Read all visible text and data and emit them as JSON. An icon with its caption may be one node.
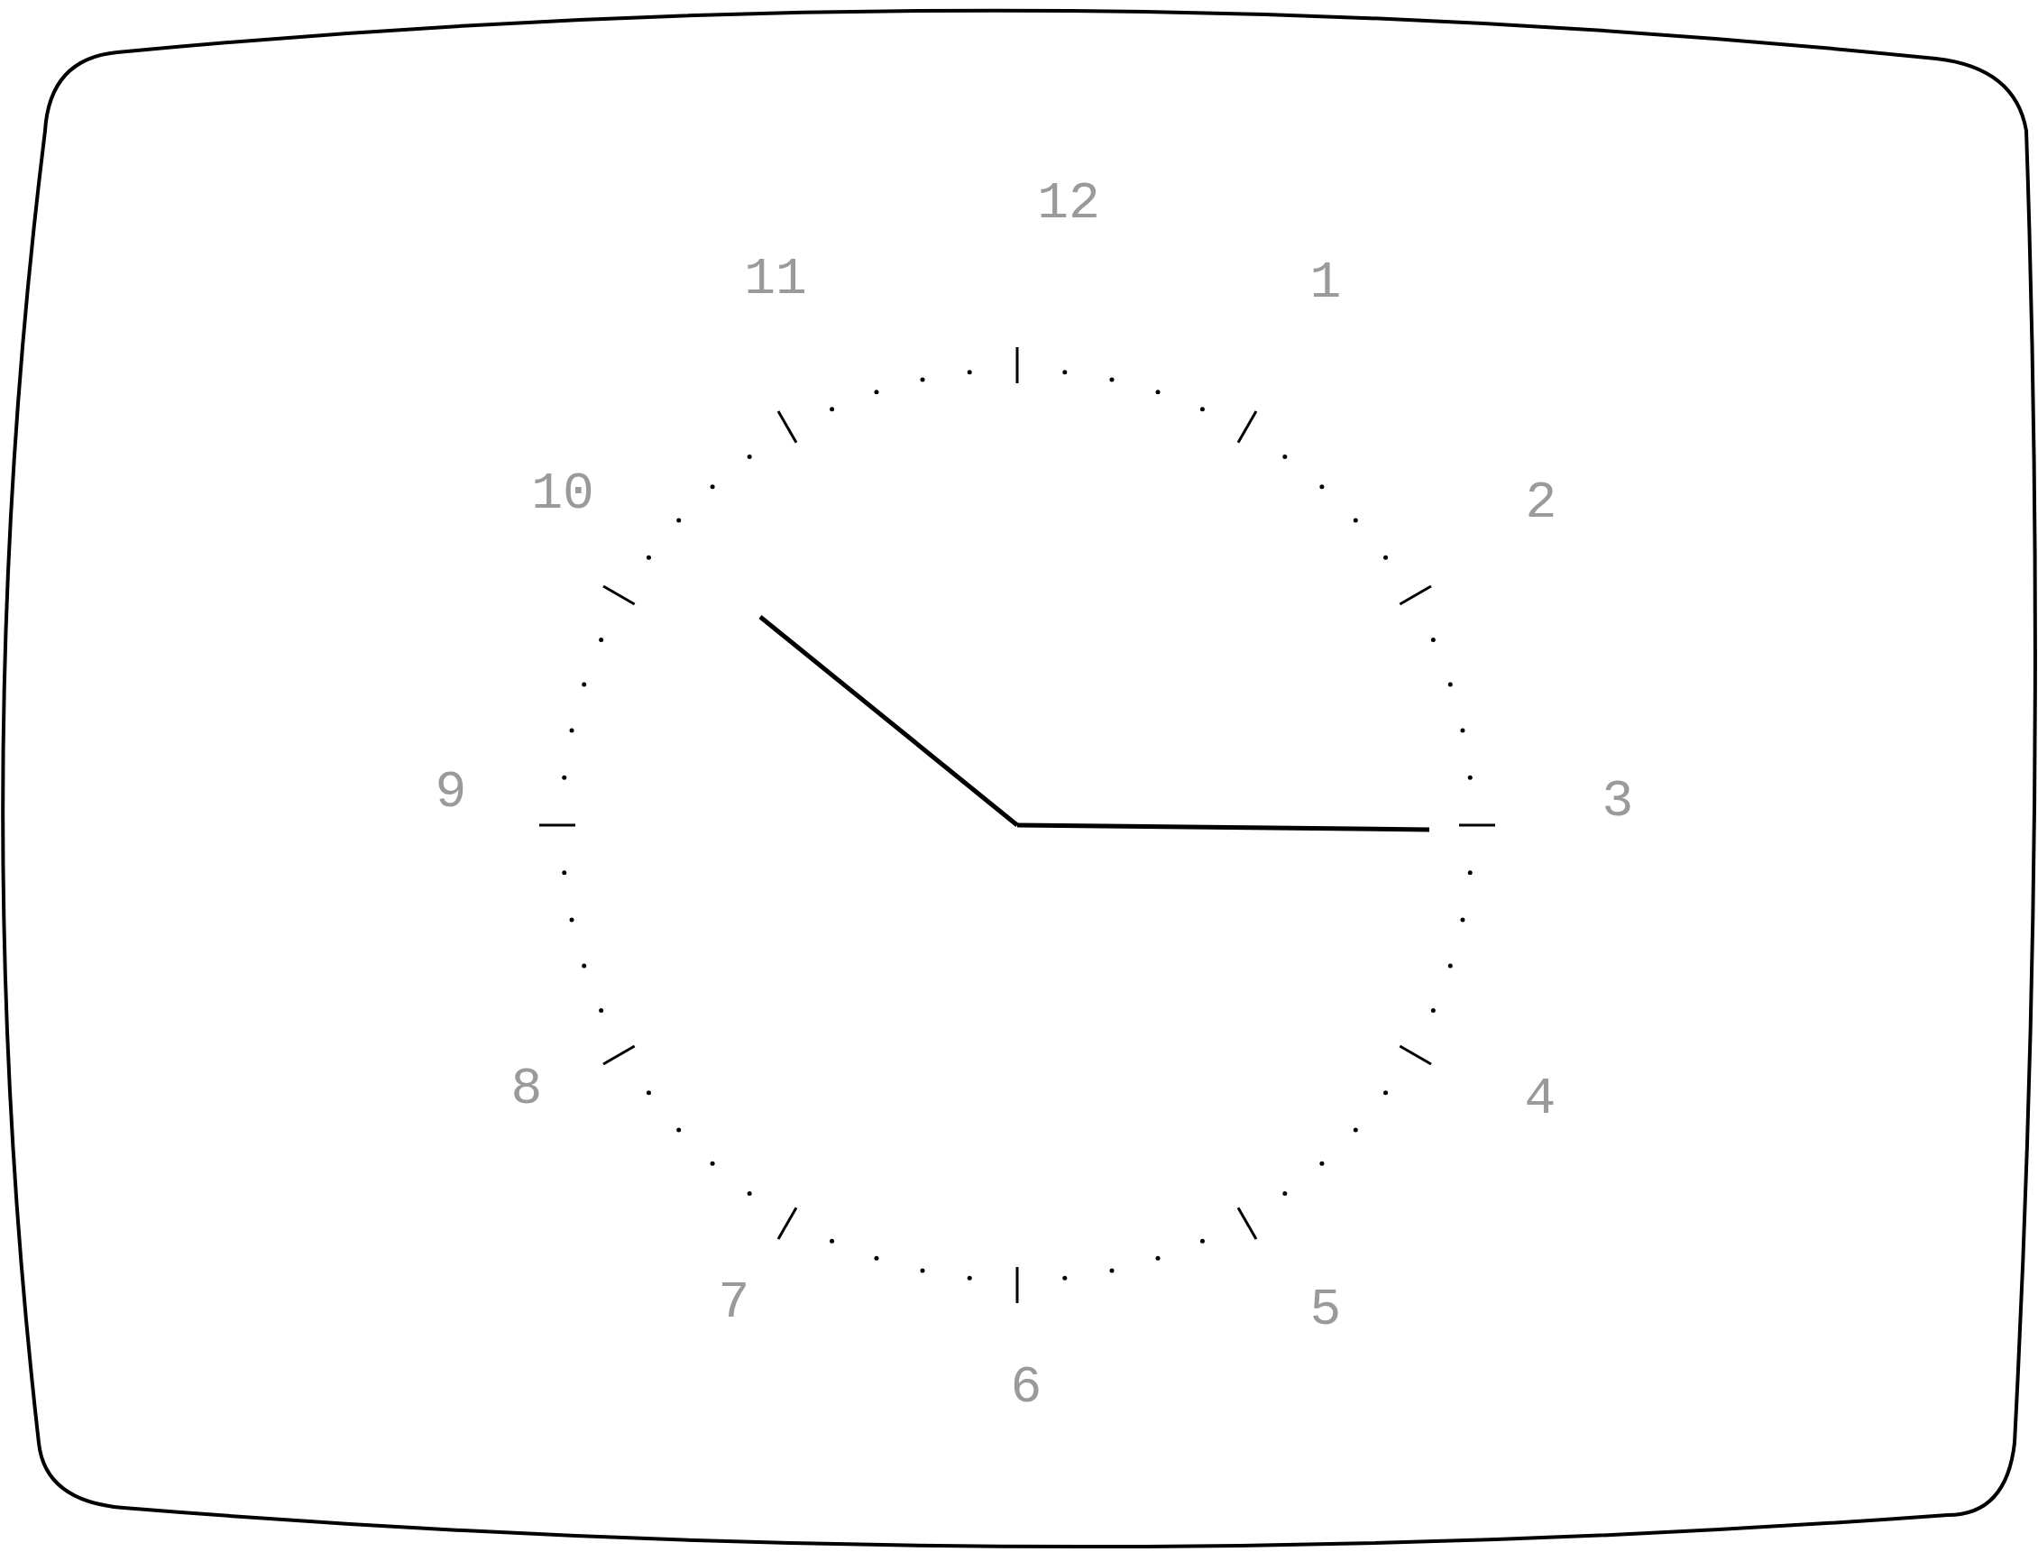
{
  "diagram": {
    "labels": [
      "12",
      "11",
      "1",
      "10",
      "2",
      "9",
      "3",
      "8",
      "4",
      "7",
      "5",
      "6"
    ]
  }
}
